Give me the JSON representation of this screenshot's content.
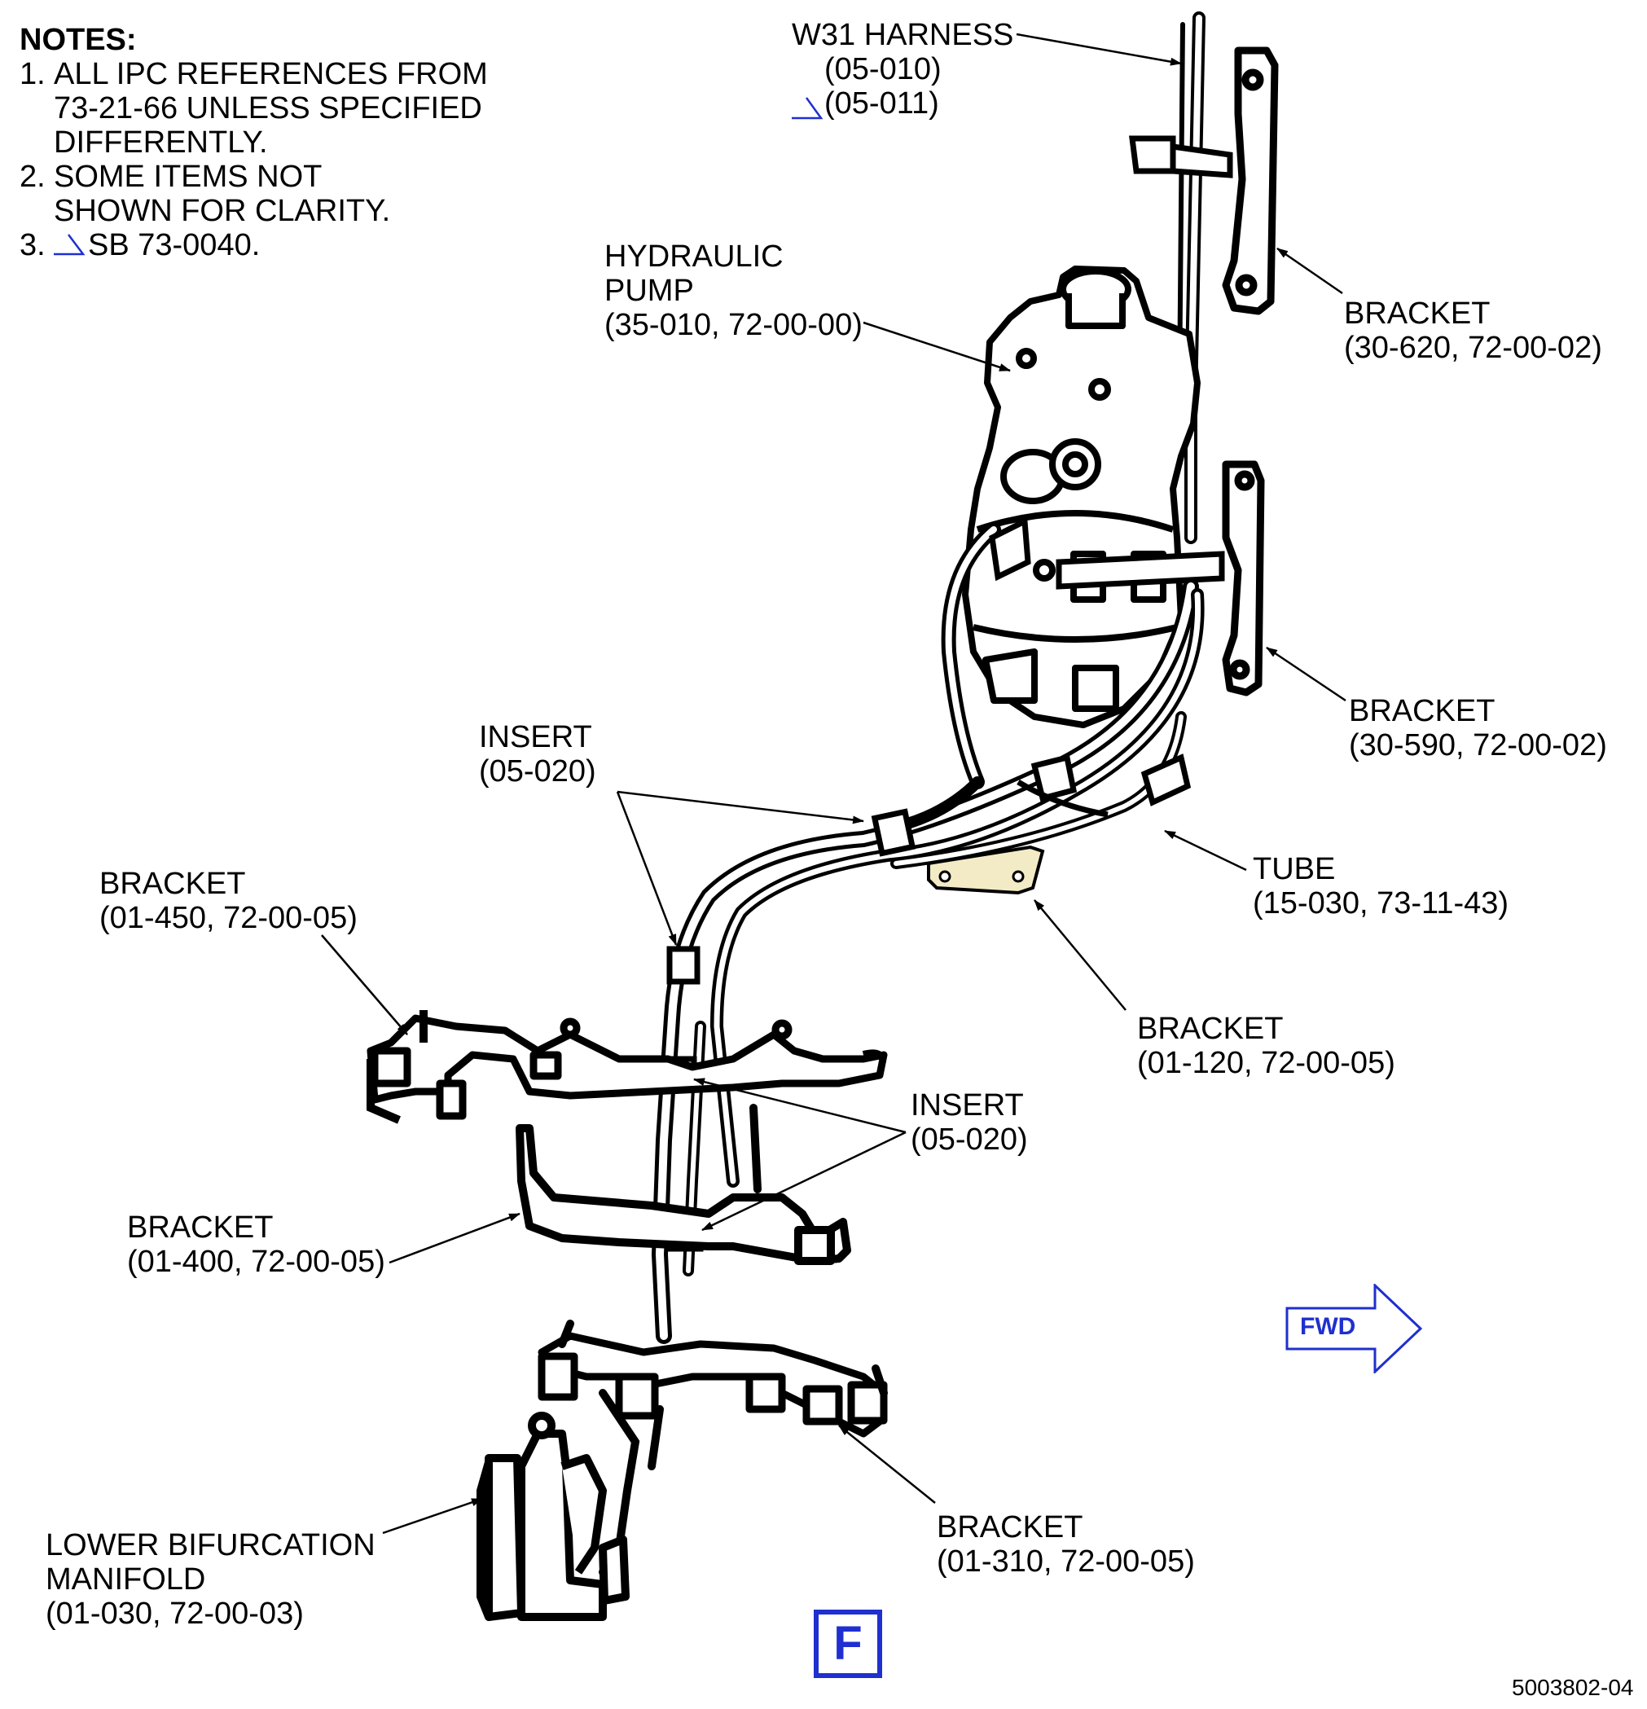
{
  "notes": {
    "title": "NOTES:",
    "items": [
      {
        "num": "1.",
        "lines": [
          "ALL IPC REFERENCES FROM",
          "73-21-66 UNLESS SPECIFIED",
          "DIFFERENTLY."
        ]
      },
      {
        "num": "2.",
        "lines": [
          "SOME ITEMS NOT",
          "SHOWN FOR CLARITY."
        ]
      },
      {
        "num": "3.",
        "lines": [
          "SB 73-0040."
        ]
      }
    ]
  },
  "callouts": {
    "w31_harness": {
      "name": "W31 HARNESS",
      "ref1": "(05-010)",
      "ref2": "(05-011)"
    },
    "hydraulic_pump": {
      "line1": "HYDRAULIC",
      "line2": "PUMP",
      "ref": "(35-010, 72-00-00)"
    },
    "bracket_30_620": {
      "name": "BRACKET",
      "ref": "(30-620, 72-00-02)"
    },
    "bracket_30_590": {
      "name": "BRACKET",
      "ref": "(30-590, 72-00-02)"
    },
    "insert_upper": {
      "name": "INSERT",
      "ref": "(05-020)"
    },
    "tube": {
      "name": "TUBE",
      "ref": "(15-030, 73-11-43)"
    },
    "bracket_01_450": {
      "name": "BRACKET",
      "ref": "(01-450, 72-00-05)"
    },
    "bracket_01_120": {
      "name": "BRACKET",
      "ref": "(01-120, 72-00-05)"
    },
    "insert_lower": {
      "name": "INSERT",
      "ref": "(05-020)"
    },
    "bracket_01_400": {
      "name": "BRACKET",
      "ref": "(01-400, 72-00-05)"
    },
    "bracket_01_310": {
      "name": "BRACKET",
      "ref": "(01-310, 72-00-05)"
    },
    "lower_manifold": {
      "line1": "LOWER BIFURCATION",
      "line2": "MANIFOLD",
      "ref": "(01-030, 72-00-03)"
    }
  },
  "fwd_label": "FWD",
  "view_label": "F",
  "figure_number": "5003802-04",
  "colors": {
    "line": "#000000",
    "accent": "#1f2fd0",
    "bracket_fill": "#f3ebc6",
    "part_fill": "#ffffff"
  }
}
